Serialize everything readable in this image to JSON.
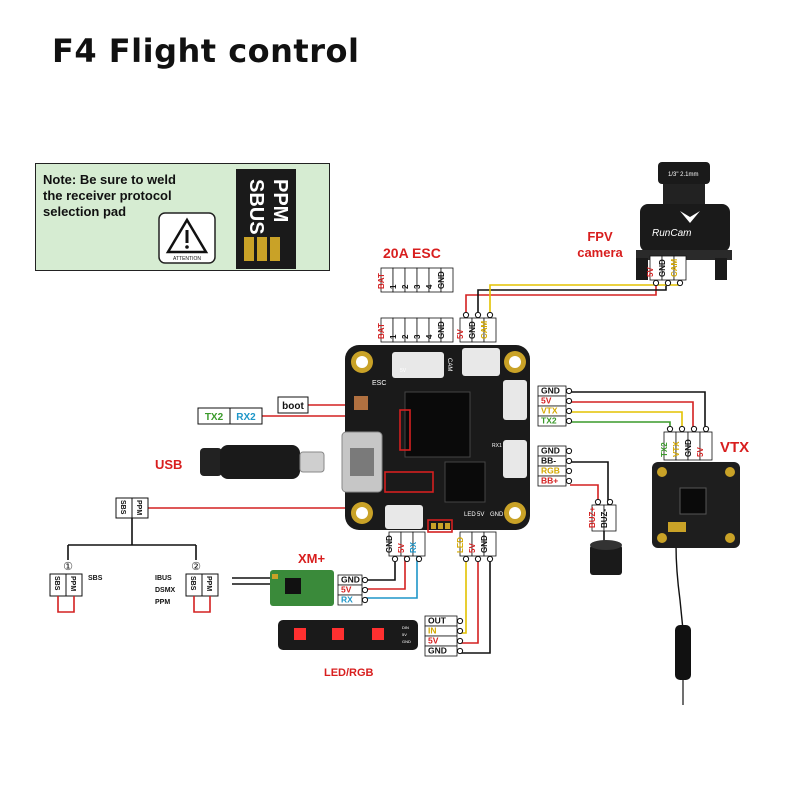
{
  "title": "F4 Flight control",
  "note": {
    "lines": [
      "Note: Be sure to weld",
      "the receiver protocol",
      "selection pad"
    ],
    "attention_text": "ATTENTION",
    "pad_labels": [
      "SBUS",
      "PPM"
    ]
  },
  "labels": {
    "esc": "20A ESC",
    "esc_pins": [
      "BAT",
      "1",
      "2",
      "3",
      "4",
      "GND"
    ],
    "camera": [
      "FPV",
      "camera"
    ],
    "camera_pins": [
      "5V",
      "GND",
      "CAM"
    ],
    "camera_brand": "RunCam",
    "camera_lens": "1/3\" 2.1mm",
    "board_cam_pins": [
      "5V",
      "GND",
      "CAM"
    ],
    "vtx": "VTX",
    "vtx_pins": [
      "TX2",
      "VTX",
      "GND",
      "5V"
    ],
    "right_pins": [
      "GND",
      "5V",
      "VTX",
      "TX2"
    ],
    "right_pins2": [
      "GND",
      "BB-",
      "RGB",
      "BB+"
    ],
    "buzzer_pins": [
      "BUZ+",
      "BUZ-"
    ],
    "boot": "boot",
    "tx2": "TX2",
    "rx2": "RX2",
    "usb": "USB",
    "receiver_pads": [
      "SBS",
      "PPM"
    ],
    "option1": "①",
    "option2": "②",
    "sbs_text": "SBS",
    "protocols": [
      "IBUS",
      "DSMX",
      "PPM"
    ],
    "xm": "XM+",
    "xm_pins": [
      "GND",
      "5V",
      "RX"
    ],
    "board_rx_pins": [
      "GND",
      "5V",
      "RX"
    ],
    "led_pins": [
      "OUT",
      "IN",
      "5V",
      "GND"
    ],
    "board_led_pins": [
      "LED",
      "5V",
      "GND"
    ],
    "led_strip": "LED/RGB",
    "led_strip_text": [
      "DIN",
      "5V",
      "GND"
    ],
    "board_silk": [
      "ESC",
      "CAM",
      "LED",
      "5V",
      "GND",
      "RX1",
      "5V"
    ]
  },
  "colors": {
    "board": "#1a1a1a",
    "red_label": "#d81e1e",
    "pad_gold": "#c9a227",
    "wire_black": "#111111",
    "wire_red": "#d42020",
    "wire_yellow": "#e3c200",
    "wire_green": "#3a9a2a",
    "wire_blue": "#1e96c8",
    "note_bg": "#d6ecd2"
  }
}
